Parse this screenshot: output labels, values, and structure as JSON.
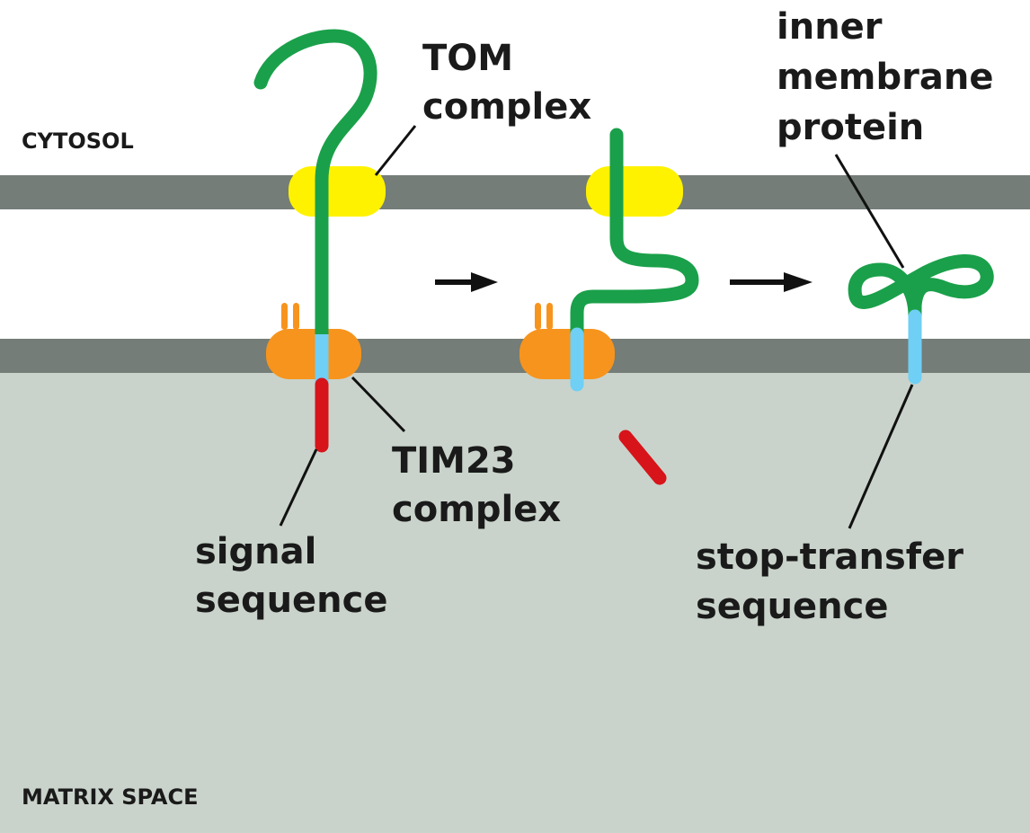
{
  "regions": {
    "cytosol": "CYTOSOL",
    "matrix": "MATRIX SPACE"
  },
  "labels": {
    "tom_line1": "TOM",
    "tom_line2": "complex",
    "tim_line1": "TIM23",
    "tim_line2": "complex",
    "signal_line1": "signal",
    "signal_line2": "sequence",
    "inner_line1": "inner",
    "inner_line2": "membrane",
    "inner_line3": "protein",
    "stop_line1": "stop-transfer",
    "stop_line2": "sequence"
  },
  "colors": {
    "membrane": "#747d77",
    "matrix": "#c9d3cb",
    "tom": "#fff200",
    "tim": "#f7941d",
    "chain": "#1aa04a",
    "signal": "#d7141a",
    "stop_transfer": "#6fcff5",
    "arrow": "#111111",
    "leader": "#111111"
  },
  "icons": {
    "arrow_1": "right-arrow-icon",
    "arrow_2": "right-arrow-icon"
  }
}
